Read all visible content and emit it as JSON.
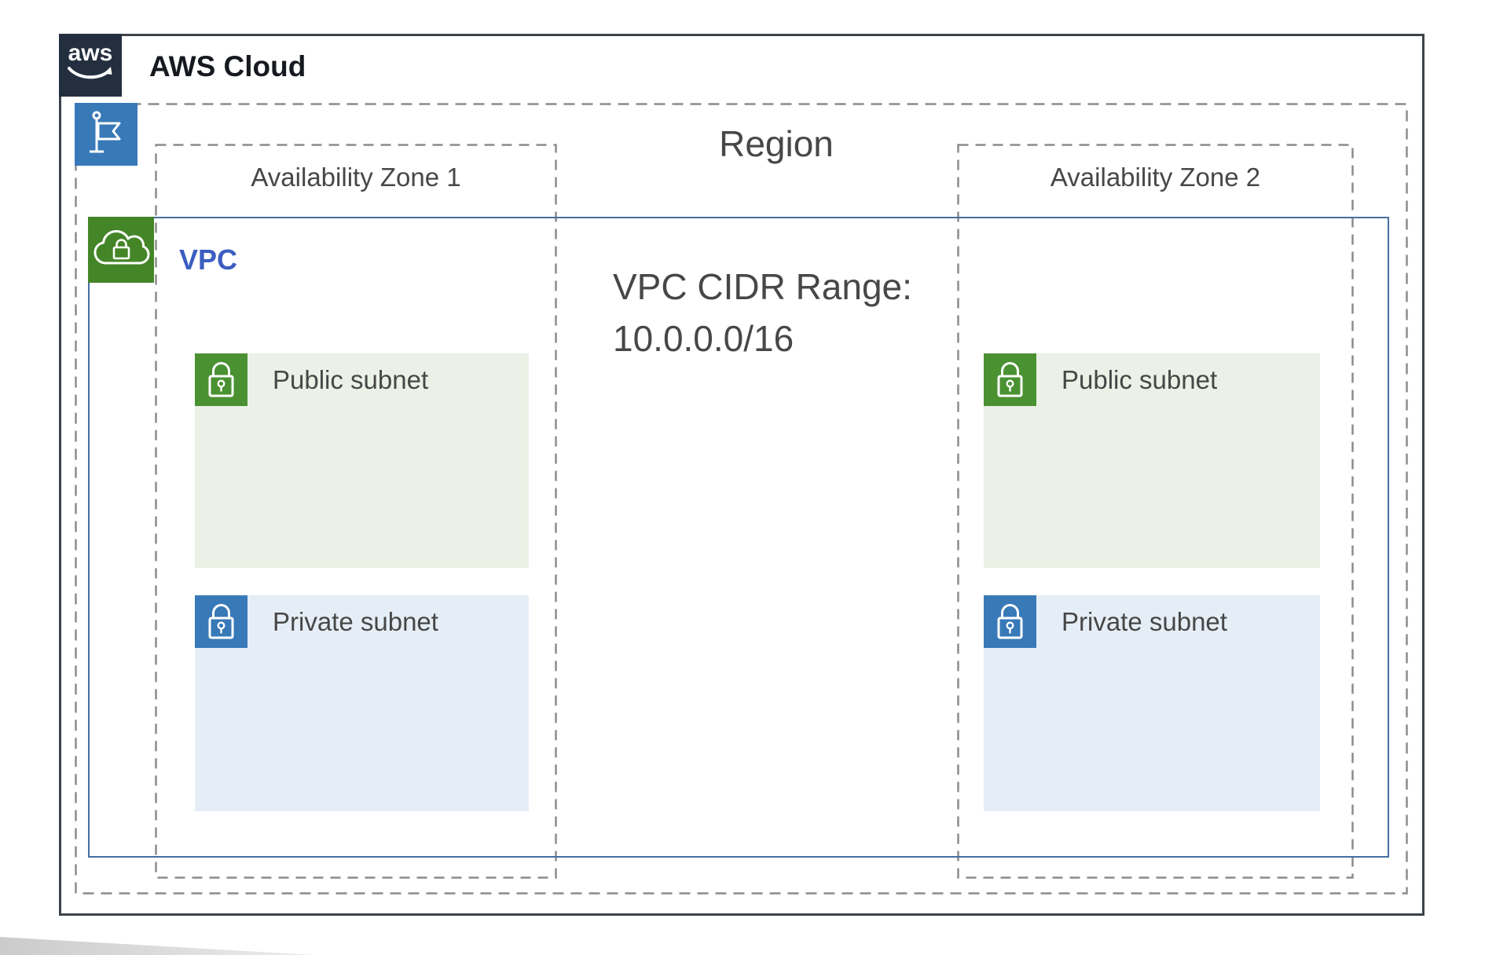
{
  "aws_cloud": {
    "label": "AWS Cloud",
    "logo_text": "aws"
  },
  "region": {
    "label": "Region"
  },
  "availability_zones": [
    {
      "label": "Availability Zone 1"
    },
    {
      "label": "Availability Zone 2"
    }
  ],
  "vpc": {
    "label": "VPC",
    "cidr_heading": "VPC CIDR Range:",
    "cidr_value": "10.0.0.0/16"
  },
  "subnets": {
    "public_label": "Public subnet",
    "private_label": "Private subnet"
  },
  "icons": {
    "aws_logo": "aws-smile-logo",
    "region": "flag-icon",
    "vpc": "cloud-lock-icon",
    "public_subnet": "lock-icon",
    "private_subnet": "lock-icon"
  },
  "colors": {
    "aws_dark_navy": "#232F3E",
    "outer_border": "#3C4248",
    "dashed_border": "#8C8C8C",
    "vpc_border_blue": "#44719E",
    "flag_blue": "#3879B8",
    "vpc_icon_green": "#448527",
    "public_icon_green": "#4A9132",
    "private_icon_blue": "#3879B8",
    "public_subnet_bg": "#EBF1E6",
    "private_subnet_bg": "#E5EEF6",
    "heading_text": "#16191F",
    "label_text": "#474747",
    "vpc_label_blue": "#3C5EC1"
  }
}
